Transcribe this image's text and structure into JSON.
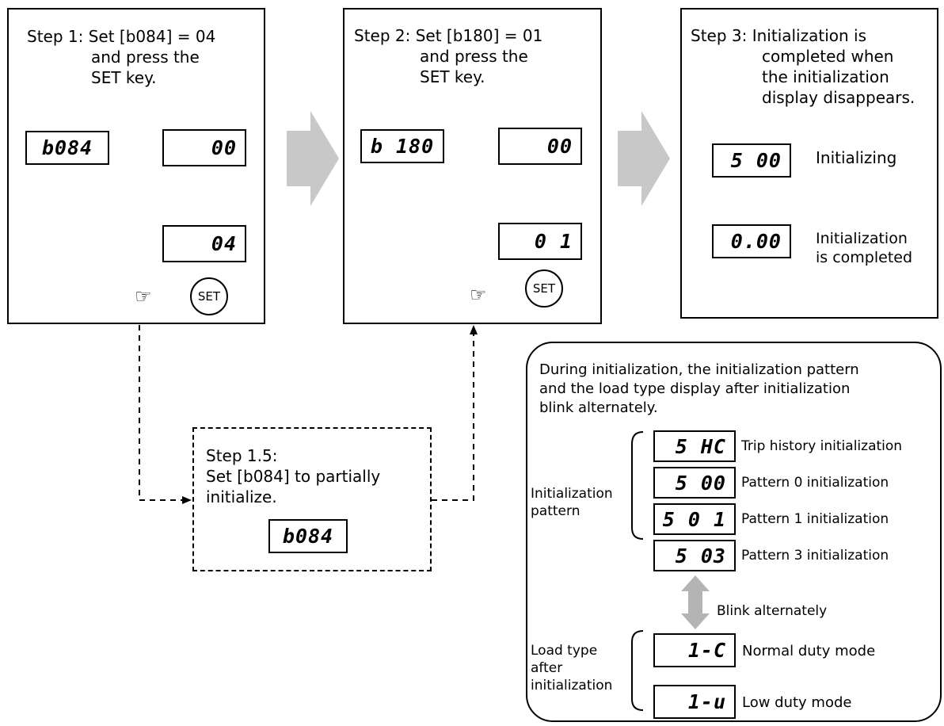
{
  "step1": {
    "title_line1": "Step 1: Set [b084] = 04",
    "title_line2": "and press the",
    "title_line3": "SET key.",
    "display_param": "b084",
    "display_initial": "00",
    "display_set": "04",
    "key_label": "SET"
  },
  "step2": {
    "title_line1": "Step 2: Set [b180] = 01",
    "title_line2": "and press the",
    "title_line3": "SET key.",
    "display_param": "b 180",
    "display_initial": "00",
    "display_set": "0 1",
    "key_label": "SET"
  },
  "step3": {
    "title_line1": "Step 3: Initialization is",
    "title_line2": "completed when",
    "title_line3": "the initialization",
    "title_line4": "display disappears.",
    "display_initializing": "5 00",
    "label_initializing": "Initializing",
    "display_completed": "0.00",
    "label_completed_line1": "Initialization",
    "label_completed_line2": "is completed"
  },
  "step15": {
    "title_line1": "Step 1.5:",
    "title_line2": "Set [b084] to partially",
    "title_line3": "initialize.",
    "display_param": "b084"
  },
  "note": {
    "line1": "During initialization, the initialization pattern",
    "line2": "and the load type display after initialization",
    "line3": "blink alternately.",
    "pattern_group_line1": "Initialization",
    "pattern_group_line2": "pattern",
    "patterns": [
      {
        "display": "5 HC",
        "label": "Trip history initialization"
      },
      {
        "display": "5 00",
        "label": "Pattern 0 initialization"
      },
      {
        "display": "5 0 1",
        "label": "Pattern 1 initialization"
      },
      {
        "display": "5 03",
        "label": "Pattern 3 initialization"
      }
    ],
    "blink_label": "Blink alternately",
    "load_group_line1": "Load type",
    "load_group_line2": "after",
    "load_group_line3": "initialization",
    "loads": [
      {
        "display": "1-C",
        "label": "Normal duty mode"
      },
      {
        "display": "1-u",
        "label": "Low duty mode"
      }
    ]
  },
  "colors": {
    "big_arrow": "#c8c8c8",
    "small_arrow": "#808080",
    "line": "#000000"
  }
}
